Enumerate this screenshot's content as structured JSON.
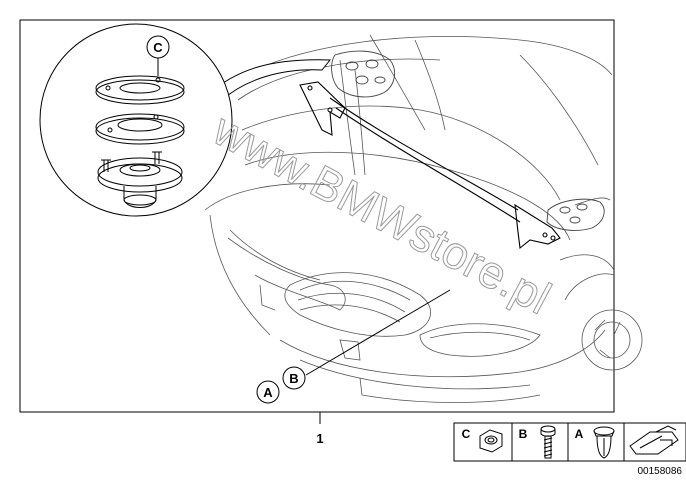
{
  "watermark": "www.BMWstore.pl",
  "callouts": {
    "detail_label": "C",
    "front_labels": [
      "A",
      "B"
    ]
  },
  "position_number": "1",
  "legend": [
    {
      "letter": "C",
      "icon": "nut-icon"
    },
    {
      "letter": "B",
      "icon": "screw-icon"
    },
    {
      "letter": "A",
      "icon": "expansion-rivet-icon"
    }
  ],
  "legend_extra_icon": "arrow-icon",
  "diagram_id": "00158086"
}
